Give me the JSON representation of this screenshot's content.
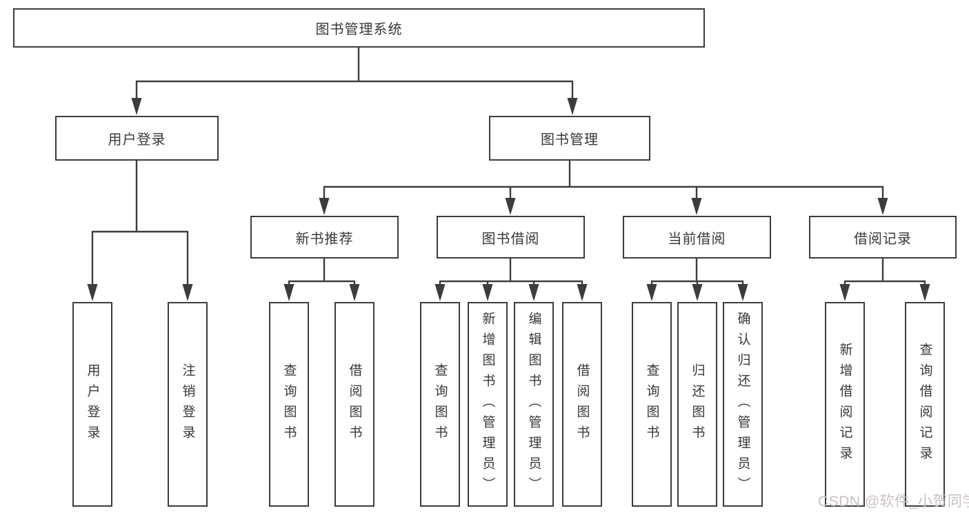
{
  "tree": {
    "label": "图书管理系统",
    "children": [
      {
        "label": "用户登录",
        "children": [
          {
            "label": "用户登录"
          },
          {
            "label": "注销登录"
          }
        ]
      },
      {
        "label": "图书管理",
        "children": [
          {
            "label": "新书推荐",
            "children": [
              {
                "label": "查询图书"
              },
              {
                "label": "借阅图书"
              }
            ]
          },
          {
            "label": "图书借阅",
            "children": [
              {
                "label": "查询图书"
              },
              {
                "label": "新增图书（管理员）"
              },
              {
                "label": "编辑图书（管理员）"
              },
              {
                "label": "借阅图书"
              }
            ]
          },
          {
            "label": "当前借阅",
            "children": [
              {
                "label": "查询图书"
              },
              {
                "label": "归还图书"
              },
              {
                "label": "确认归还（管理员）"
              }
            ]
          },
          {
            "label": "借阅记录",
            "children": [
              {
                "label": "新增借阅记录"
              },
              {
                "label": "查询借阅记录"
              }
            ]
          }
        ]
      }
    ]
  },
  "watermark": {
    "text": "CSDN @软件_小贺同学"
  },
  "colors": {
    "line": "#3c3c3c",
    "text": "#383838",
    "watermark": "#c9c1c1",
    "background": "#ffffff"
  }
}
